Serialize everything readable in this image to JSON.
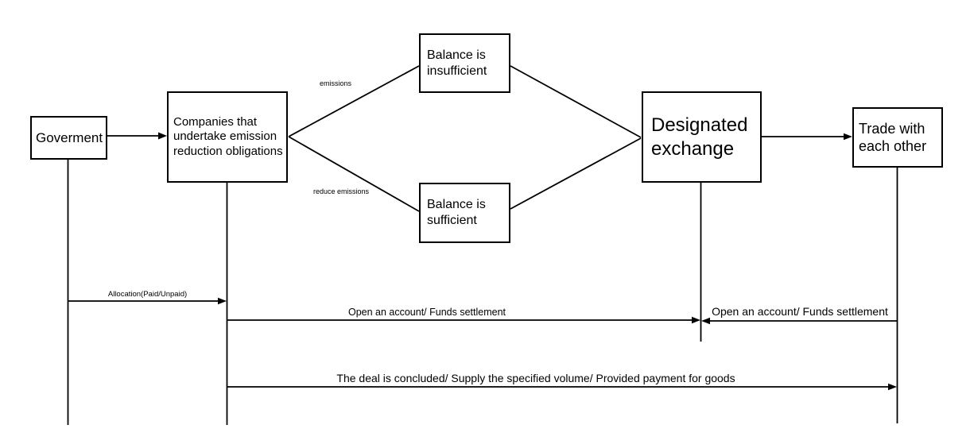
{
  "diagram": {
    "background_color": "#ffffff",
    "line_color": "#000000",
    "nodes": {
      "government": {
        "label": "Goverment"
      },
      "companies": {
        "label": "Companies that\nundertake emission\nreduction obligations"
      },
      "balance_insufficient": {
        "label": "Balance is\ninsufficient"
      },
      "balance_sufficient": {
        "label": "Balance is\nsufficient"
      },
      "designated_exchange": {
        "label": "Designated\nexchange"
      },
      "trade_with_each_other": {
        "label": "Trade with\neach other"
      }
    },
    "edge_labels": {
      "emissions": "emissions",
      "reduce_emissions": "reduce emissions",
      "allocation": "Allocation(Paid/Unpaid)",
      "open_account_left": "Open an account/ Funds settlement",
      "open_account_right": "Open an account/ Funds settlement",
      "deal": "The deal is concluded/ Supply the specified volume/ Provided payment for goods"
    }
  }
}
